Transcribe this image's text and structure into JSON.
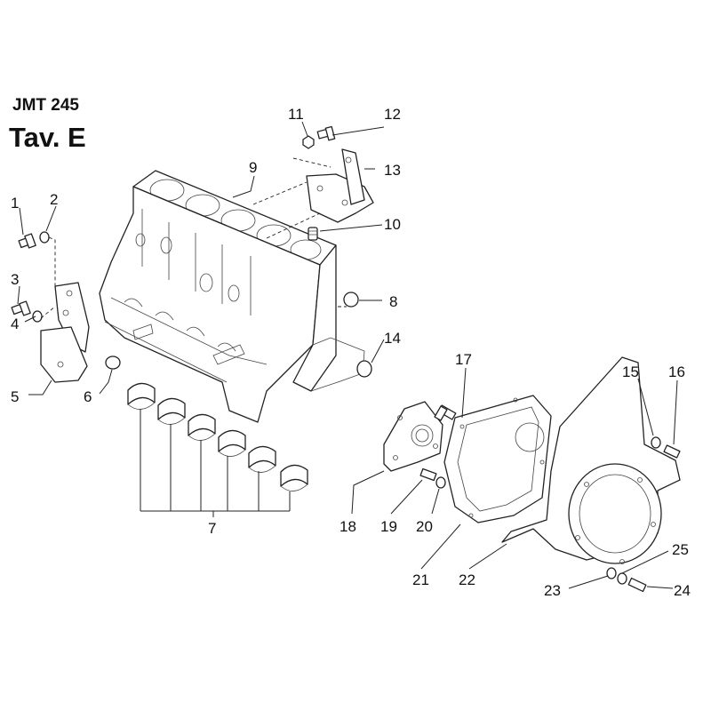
{
  "header": {
    "model": "JMT 245",
    "table": "Tav. E"
  },
  "callouts": {
    "c1": "1",
    "c2": "2",
    "c3": "3",
    "c4": "4",
    "c5": "5",
    "c6": "6",
    "c7": "7",
    "c8": "8",
    "c9": "9",
    "c10": "10",
    "c11": "11",
    "c12": "12",
    "c13": "13",
    "c14": "14",
    "c15": "15",
    "c16": "16",
    "c17": "17",
    "c18": "18",
    "c19": "19",
    "c20": "20",
    "c21": "21",
    "c22": "22",
    "c23": "23",
    "c24": "24",
    "c25": "25"
  }
}
